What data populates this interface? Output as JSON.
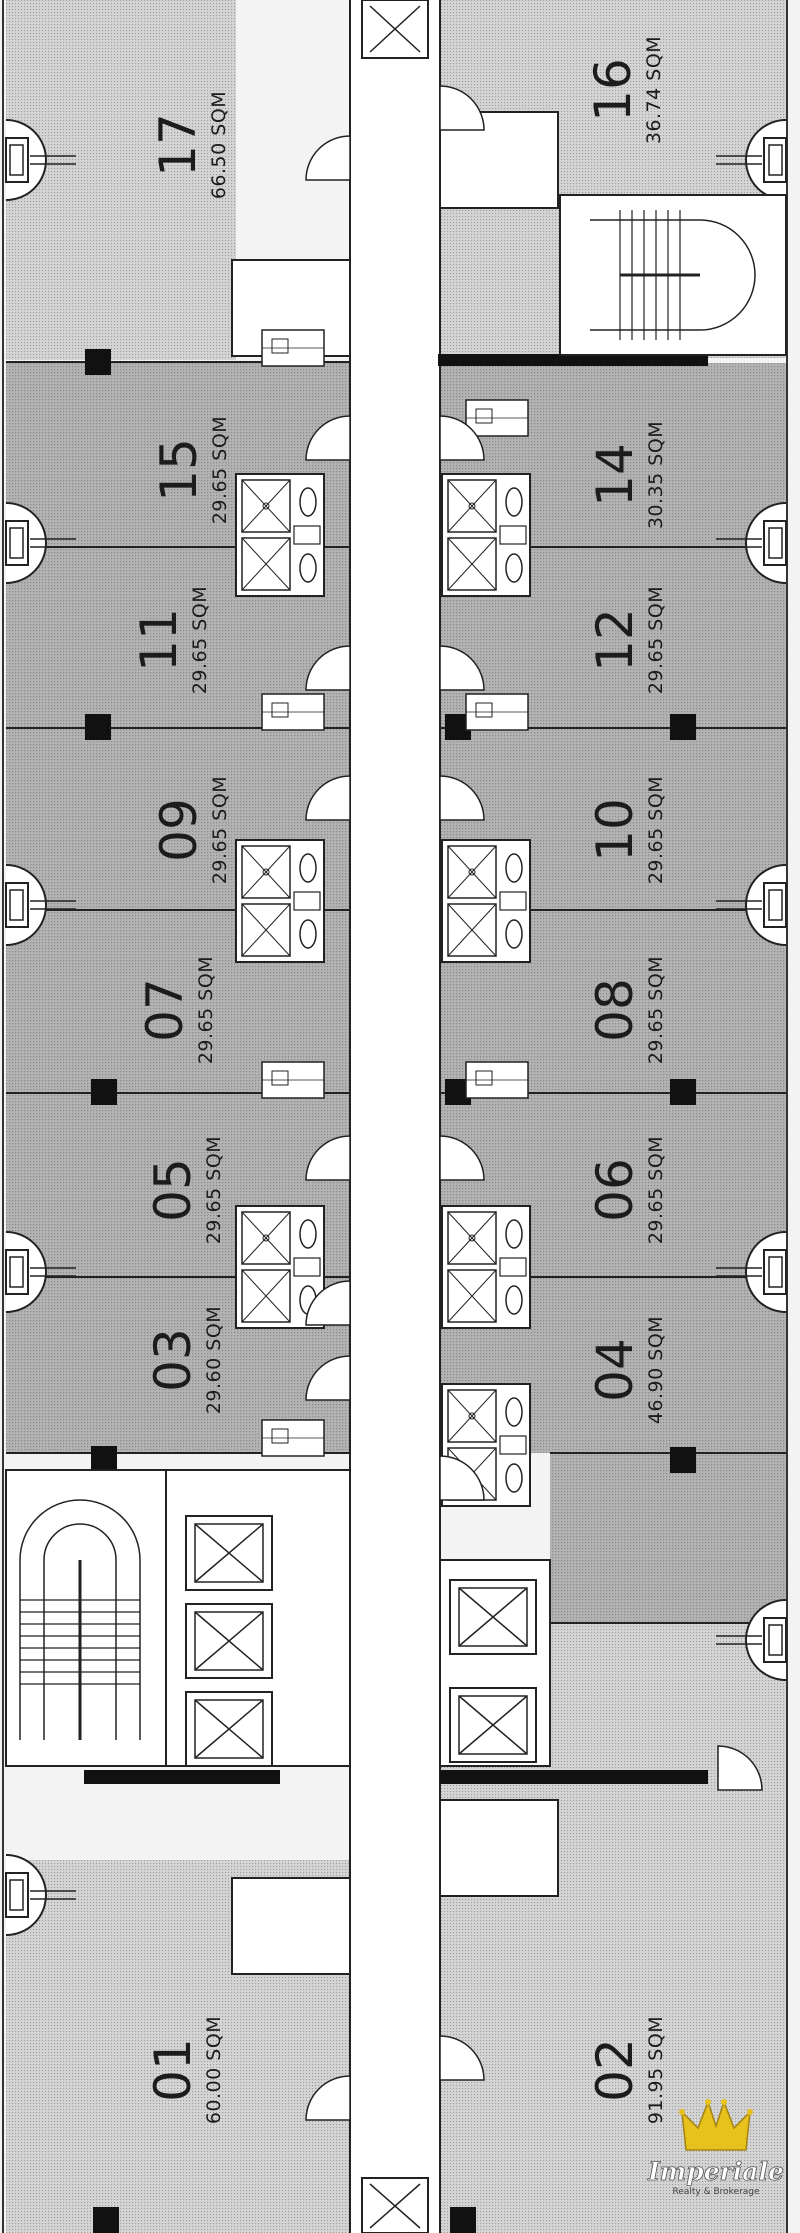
{
  "units": [
    {
      "id": "17",
      "number": "17",
      "area": "66.50 SQM"
    },
    {
      "id": "16",
      "number": "16",
      "area": "36.74 SQM"
    },
    {
      "id": "15",
      "number": "15",
      "area": "29.65 SQM"
    },
    {
      "id": "14",
      "number": "14",
      "area": "30.35 SQM"
    },
    {
      "id": "11",
      "number": "11",
      "area": "29.65 SQM"
    },
    {
      "id": "12",
      "number": "12",
      "area": "29.65 SQM"
    },
    {
      "id": "09",
      "number": "09",
      "area": "29.65 SQM"
    },
    {
      "id": "10",
      "number": "10",
      "area": "29.65 SQM"
    },
    {
      "id": "07",
      "number": "07",
      "area": "29.65 SQM"
    },
    {
      "id": "08",
      "number": "08",
      "area": "29.65 SQM"
    },
    {
      "id": "05",
      "number": "05",
      "area": "29.65 SQM"
    },
    {
      "id": "06",
      "number": "06",
      "area": "29.65 SQM"
    },
    {
      "id": "03",
      "number": "03",
      "area": "29.60 SQM"
    },
    {
      "id": "04",
      "number": "04",
      "area": "46.90 SQM"
    },
    {
      "id": "01",
      "number": "01",
      "area": "60.00 SQM"
    },
    {
      "id": "02",
      "number": "02",
      "area": "91.95 SQM"
    }
  ],
  "brand": {
    "name": "Imperiale",
    "tagline": "Realty & Brokerage"
  },
  "colors": {
    "unit_fill": "#a9a9a9",
    "corner_fill": "#cbcbcb",
    "wall": "#1a1a1a",
    "corridor": "#ffffff",
    "logo_gold": "#e8c21c"
  }
}
